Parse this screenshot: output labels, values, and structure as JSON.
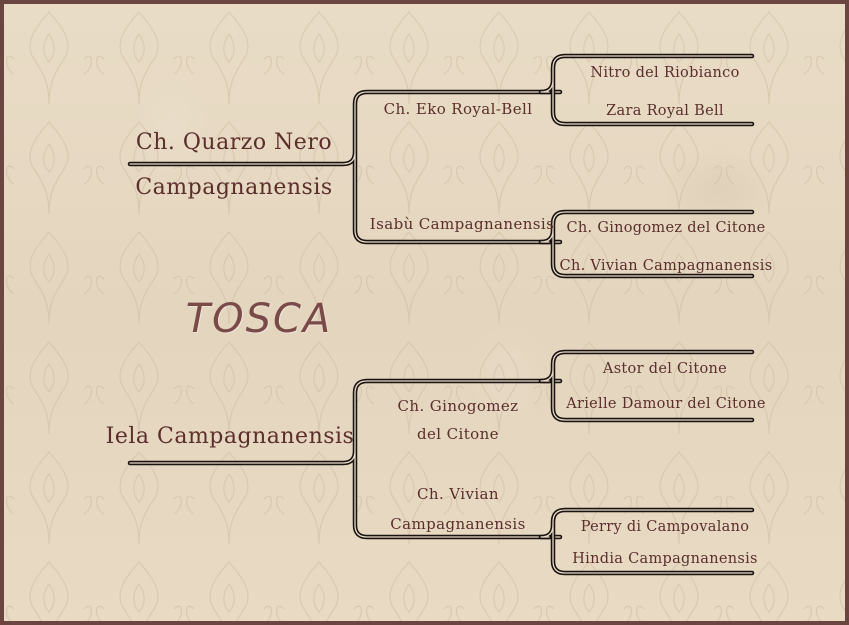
{
  "subject": "TOSCA",
  "sire": {
    "line1": "Ch. Quarzo Nero",
    "line2": "Campagnanensis",
    "sire": {
      "line1": "Ch. Eko Royal-Bell"
    },
    "dam": {
      "line1": "Isabù Campagnanensis"
    }
  },
  "dam": {
    "line1": "Iela Campagnanensis",
    "sire": {
      "line1": "Ch. Ginogomez",
      "line2": "del Citone"
    },
    "dam": {
      "line1": "Ch. Vivian",
      "line2": "Campagnanensis"
    }
  },
  "ggp": [
    "Nitro del Riobianco",
    "Zara Royal Bell",
    "Ch. Ginogomez del Citone",
    "Ch. Vivian Campagnanensis",
    "Astor del Citone",
    "Arielle Damour del Citone",
    "Perry di Campovalano",
    "Hindia Campagnanensis"
  ],
  "colors": {
    "text": "#5b2e2c",
    "title": "#7a4a48",
    "line_fill": "#e8dcc8",
    "line_stroke": "#1a1210",
    "frame": "#6b4540",
    "background": "#e7d9c2"
  }
}
